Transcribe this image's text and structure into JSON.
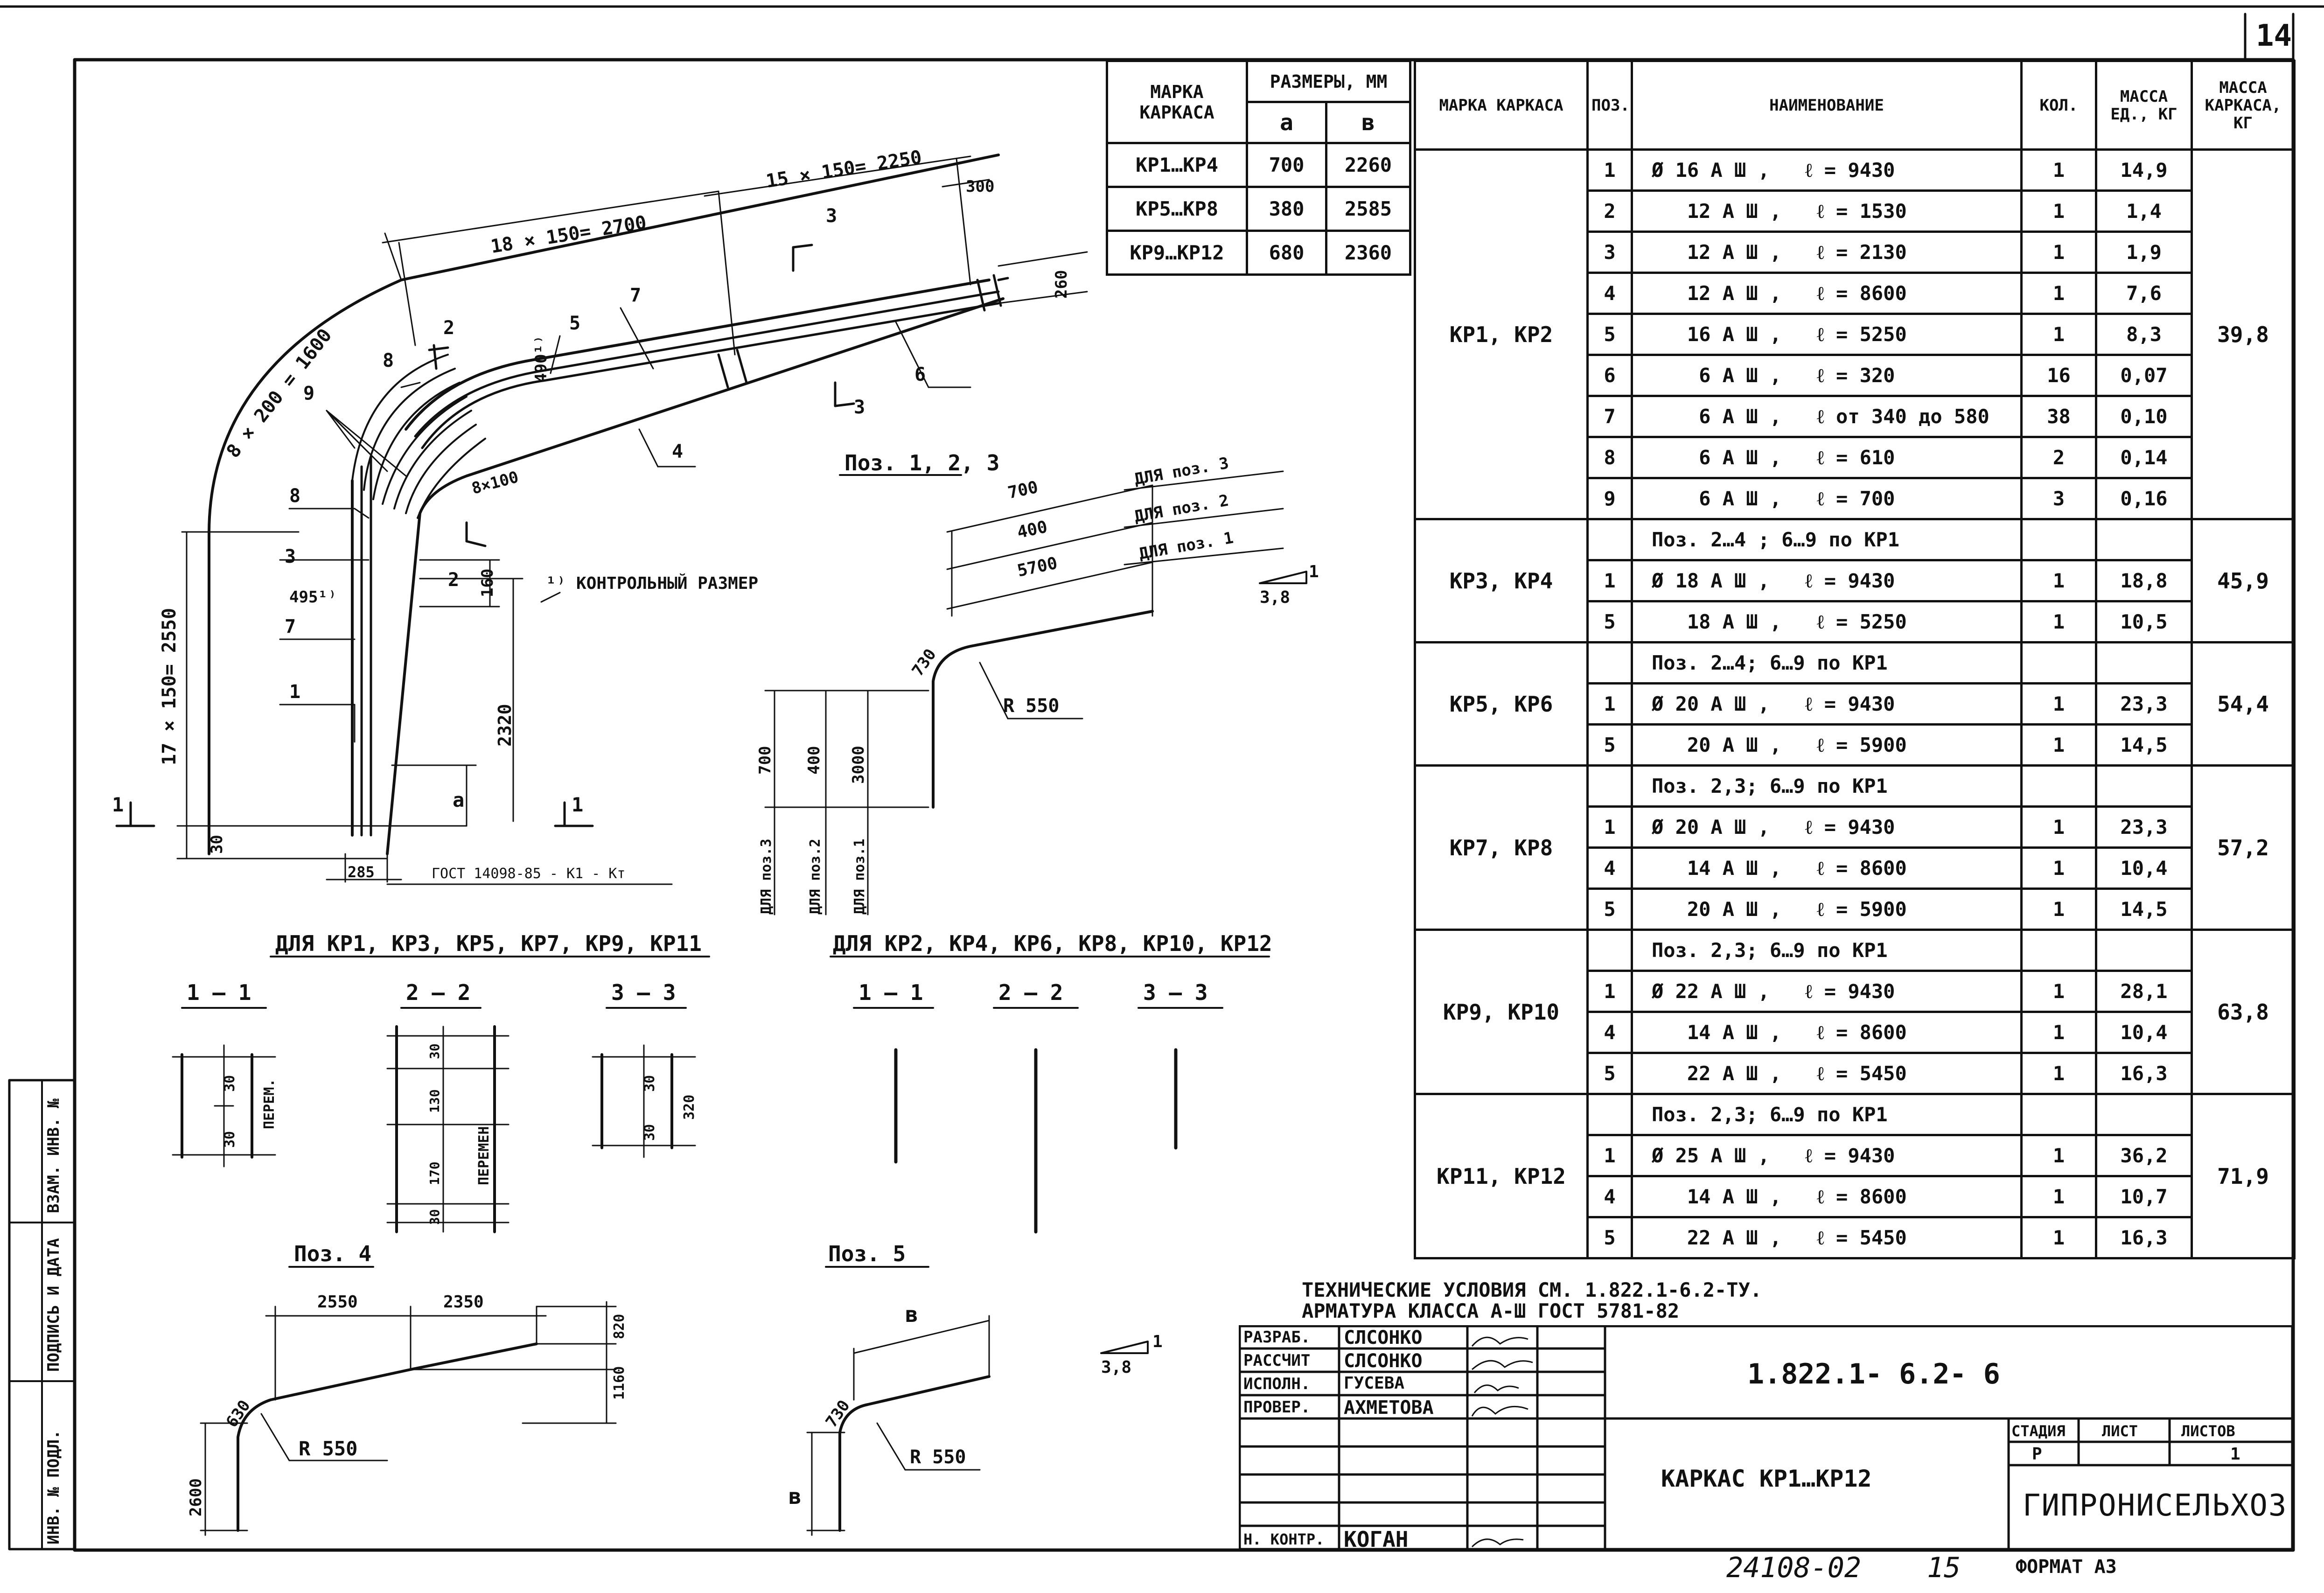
{
  "sheet": {
    "page_number": "14",
    "hand_number": "24108-02",
    "hand_page": "15",
    "format": "ФОРМАТ А3"
  },
  "frames_table": {
    "header_mark": "МАРКА КАРКАСА",
    "header_dims": "РАЗМЕРЫ, ММ",
    "col_a": "a",
    "col_b": "в",
    "rows": [
      {
        "mark": "КР1…КР4",
        "a": "700",
        "b": "2260"
      },
      {
        "mark": "КР5…КР8",
        "a": "380",
        "b": "2585"
      },
      {
        "mark": "КР9…КР12",
        "a": "680",
        "b": "2360"
      }
    ]
  },
  "spec_table": {
    "headers": {
      "mark": "МАРКА КАРКАСА",
      "pos": "ПОЗ.",
      "name": "НАИМЕНОВАНИЕ",
      "qty": "КОЛ.",
      "unit_mass": "МАССА ЕД., КГ",
      "frame_mass": "МАССА КАРКАСА, КГ"
    },
    "groups": [
      {
        "mark": "КР1, КР2",
        "mass": "39,8",
        "rows": [
          {
            "pos": "1",
            "name": "Ø 16 А Ш ,   ℓ = 9430",
            "qty": "1",
            "m": "14,9"
          },
          {
            "pos": "2",
            "name": "   12 А Ш ,   ℓ = 1530",
            "qty": "1",
            "m": "1,4"
          },
          {
            "pos": "3",
            "name": "   12 А Ш ,   ℓ = 2130",
            "qty": "1",
            "m": "1,9"
          },
          {
            "pos": "4",
            "name": "   12 А Ш ,   ℓ = 8600",
            "qty": "1",
            "m": "7,6"
          },
          {
            "pos": "5",
            "name": "   16 А Ш ,   ℓ = 5250",
            "qty": "1",
            "m": "8,3"
          },
          {
            "pos": "6",
            "name": "    6 А Ш ,   ℓ = 320",
            "qty": "16",
            "m": "0,07"
          },
          {
            "pos": "7",
            "name": "    6 А Ш ,   ℓ от 340 до 580",
            "qty": "38",
            "m": "0,10"
          },
          {
            "pos": "8",
            "name": "    6 А Ш ,   ℓ = 610",
            "qty": "2",
            "m": "0,14"
          },
          {
            "pos": "9",
            "name": "    6 А Ш ,   ℓ = 700",
            "qty": "3",
            "m": "0,16"
          }
        ]
      },
      {
        "mark": "КР3, КР4",
        "mass": "45,9",
        "sub": "Поз. 2…4 ; 6…9 по КР1",
        "rows": [
          {
            "pos": "1",
            "name": "Ø 18 А Ш ,   ℓ = 9430",
            "qty": "1",
            "m": "18,8"
          },
          {
            "pos": "5",
            "name": "   18 А Ш ,   ℓ = 5250",
            "qty": "1",
            "m": "10,5"
          }
        ]
      },
      {
        "mark": "КР5, КР6",
        "mass": "54,4",
        "sub": "Поз. 2…4; 6…9 по КР1",
        "rows": [
          {
            "pos": "1",
            "name": "Ø 20 А Ш ,   ℓ = 9430",
            "qty": "1",
            "m": "23,3"
          },
          {
            "pos": "5",
            "name": "   20 А Ш ,   ℓ = 5900",
            "qty": "1",
            "m": "14,5"
          }
        ]
      },
      {
        "mark": "КР7, КР8",
        "mass": "57,2",
        "sub": "Поз. 2,3;  6…9 по КР1",
        "rows": [
          {
            "pos": "1",
            "name": "Ø 20 А Ш ,   ℓ = 9430",
            "qty": "1",
            "m": "23,3"
          },
          {
            "pos": "4",
            "name": "   14 А Ш ,   ℓ = 8600",
            "qty": "1",
            "m": "10,4"
          },
          {
            "pos": "5",
            "name": "   20 А Ш ,   ℓ = 5900",
            "qty": "1",
            "m": "14,5"
          }
        ]
      },
      {
        "mark": "КР9, КР10",
        "mass": "63,8",
        "sub": "Поз. 2,3;  6…9 по КР1",
        "rows": [
          {
            "pos": "1",
            "name": "Ø 22 А Ш ,   ℓ = 9430",
            "qty": "1",
            "m": "28,1"
          },
          {
            "pos": "4",
            "name": "   14 А Ш ,   ℓ = 8600",
            "qty": "1",
            "m": "10,4"
          },
          {
            "pos": "5",
            "name": "   22 А Ш ,   ℓ = 5450",
            "qty": "1",
            "m": "16,3"
          }
        ]
      },
      {
        "mark": "КР11, КР12",
        "mass": "71,9",
        "sub": "Поз. 2,3;  6…9 по КР1",
        "rows": [
          {
            "pos": "1",
            "name": "Ø 25 А Ш ,   ℓ = 9430",
            "qty": "1",
            "m": "36,2"
          },
          {
            "pos": "4",
            "name": "   14 А Ш ,   ℓ = 8600",
            "qty": "1",
            "m": "10,7"
          },
          {
            "pos": "5",
            "name": "   22 А Ш ,   ℓ = 5450",
            "qty": "1",
            "m": "16,3"
          }
        ]
      }
    ]
  },
  "notes": {
    "line1": "ТЕХНИЧЕСКИЕ УСЛОВИЯ СМ. 1.822.1-6.2-ТУ.",
    "line2": "АРМАТУРА КЛАССА А-Ш  ГОСТ 5781-82"
  },
  "title_block": {
    "roles": [
      "РАЗРАБ.",
      "РАССЧИТ",
      "ИСПОЛН.",
      "ПРОВЕР."
    ],
    "names": [
      "СЛСОНКО",
      "СЛСОНКО",
      "ГУСЕВА",
      "АХМЕТОВА"
    ],
    "norm_role": "Н. КОНТР.",
    "norm_name": "КОГАН",
    "doc_code": "1.822.1- 6.2- 6",
    "title": "КАРКАС  КР1…КР12",
    "stage_label": "СТАДИЯ",
    "sheet_label": "ЛИСТ",
    "sheets_label": "ЛИСТОВ",
    "stage": "Р",
    "sheets": "1",
    "org": "ГИПРОНИСЕЛЬХОЗ"
  },
  "side_stamp": {
    "inv": "ИНВ. № ПОДЛ.",
    "sign": "ПОДПИСЬ И ДАТА",
    "replace": "ВЗАМ. ИНВ. №"
  },
  "drawing": {
    "dim_top1": "18 × 150= 2700",
    "dim_top2": "15 × 150= 2250",
    "dim_arc": "8 × 200 = 1600",
    "dim_left": "17 × 150= 2550",
    "dim_8x100": "8×100",
    "dim_300": "300",
    "dim_260": "260",
    "dim_490": "490¹⁾",
    "dim_495": "495¹⁾",
    "dim_160": "160",
    "dim_2320": "2320",
    "dim_30": "30",
    "dim_285": "285",
    "dim_a": "a",
    "gost": "ГОСТ 14098-85 - К1 - Кт",
    "control_note": "¹⁾ КОНТРОЛЬНЫЙ  РАЗМЕР",
    "callouts": [
      "1",
      "2",
      "2",
      "3",
      "3",
      "4",
      "5",
      "6",
      "7",
      "7",
      "8",
      "8",
      "9"
    ],
    "sec_1": "1",
    "sec_3": "3",
    "slope": "1",
    "slope_den": "3,8"
  },
  "pos123": {
    "title": "Поз. 1, 2, 3",
    "d700": "700",
    "d400": "400",
    "d5700": "5700",
    "for3": "ДЛЯ  поз. 3",
    "for2": "ДЛЯ  поз. 2",
    "for1": "ДЛЯ  поз. 1",
    "angle": "730",
    "radius": "R 550",
    "v700": "700",
    "v400": "400",
    "v3000": "3000",
    "vfor3": "ДЛЯ поз.3",
    "vfor2": "ДЛЯ поз.2",
    "vfor1": "ДЛЯ поз.1"
  },
  "sections": {
    "left_title": "ДЛЯ   КР1, КР3, КР5, КР7, КР9, КР11",
    "right_title": "ДЛЯ   КР2, КР4, КР6, КР8, КР10, КР12",
    "s11": "1 – 1",
    "s22": "2 – 2",
    "s33": "3 – 3",
    "d30": "30",
    "perem": "ПЕРЕМ.",
    "perem2": "ПЕРЕМЕН",
    "d130": "130",
    "d170": "170",
    "d320": "320"
  },
  "pos4": {
    "title": "Поз. 4",
    "d2550": "2550",
    "d2350": "2350",
    "d820": "820",
    "d1160": "1160",
    "d2600": "2600",
    "angle": "630",
    "radius": "R 550"
  },
  "pos5": {
    "title": "Поз. 5",
    "b": "в",
    "angle": "730",
    "radius": "R 550"
  }
}
